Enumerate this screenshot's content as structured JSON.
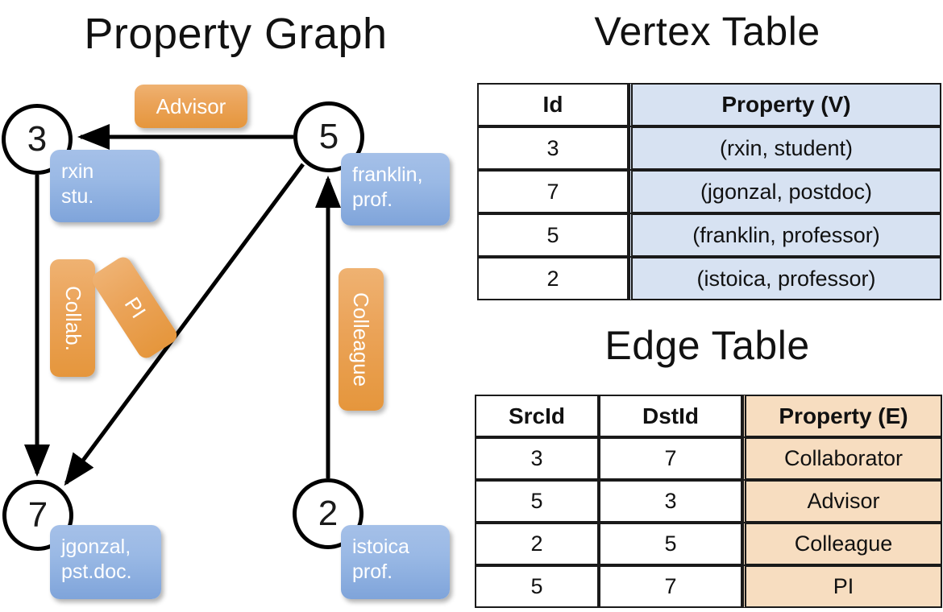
{
  "titles": {
    "property_graph": "Property Graph",
    "vertex_table": "Vertex Table",
    "edge_table": "Edge Table"
  },
  "graph": {
    "nodes": [
      {
        "id": "3",
        "property_lines": "rxin\nstu."
      },
      {
        "id": "5",
        "property_lines": "franklin,\nprof."
      },
      {
        "id": "7",
        "property_lines": "jgonzal,\npst.doc."
      },
      {
        "id": "2",
        "property_lines": "istoica\nprof."
      }
    ],
    "edge_labels": [
      {
        "key": "advisor",
        "text": "Advisor"
      },
      {
        "key": "collab",
        "text": "Collab."
      },
      {
        "key": "pi",
        "text": "PI"
      },
      {
        "key": "colleague",
        "text": "Colleague"
      }
    ],
    "edges": [
      {
        "from": "5",
        "to": "3",
        "label": "Advisor"
      },
      {
        "from": "3",
        "to": "7",
        "label": "Collab."
      },
      {
        "from": "5",
        "to": "7",
        "label": "PI"
      },
      {
        "from": "2",
        "to": "5",
        "label": "Colleague"
      }
    ]
  },
  "vertex_table": {
    "headers": [
      "Id",
      "Property (V)"
    ],
    "rows": [
      {
        "id": "3",
        "property": "(rxin, student)"
      },
      {
        "id": "7",
        "property": "(jgonzal, postdoc)"
      },
      {
        "id": "5",
        "property": "(franklin, professor)"
      },
      {
        "id": "2",
        "property": "(istoica, professor)"
      }
    ]
  },
  "edge_table": {
    "headers": [
      "SrcId",
      "DstId",
      "Property (E)"
    ],
    "rows": [
      {
        "src": "3",
        "dst": "7",
        "property": "Collaborator"
      },
      {
        "src": "5",
        "dst": "3",
        "property": "Advisor"
      },
      {
        "src": "2",
        "dst": "5",
        "property": "Colleague"
      },
      {
        "src": "5",
        "dst": "7",
        "property": "PI"
      }
    ]
  },
  "colors": {
    "vertex_property_fill": "#d7e2f2",
    "edge_property_fill": "#f7ddc0",
    "vertex_box_blue": "#9ab9e5",
    "edge_label_orange": "#eba45a",
    "stroke": "#1a1a1a",
    "background": "#ffffff"
  }
}
